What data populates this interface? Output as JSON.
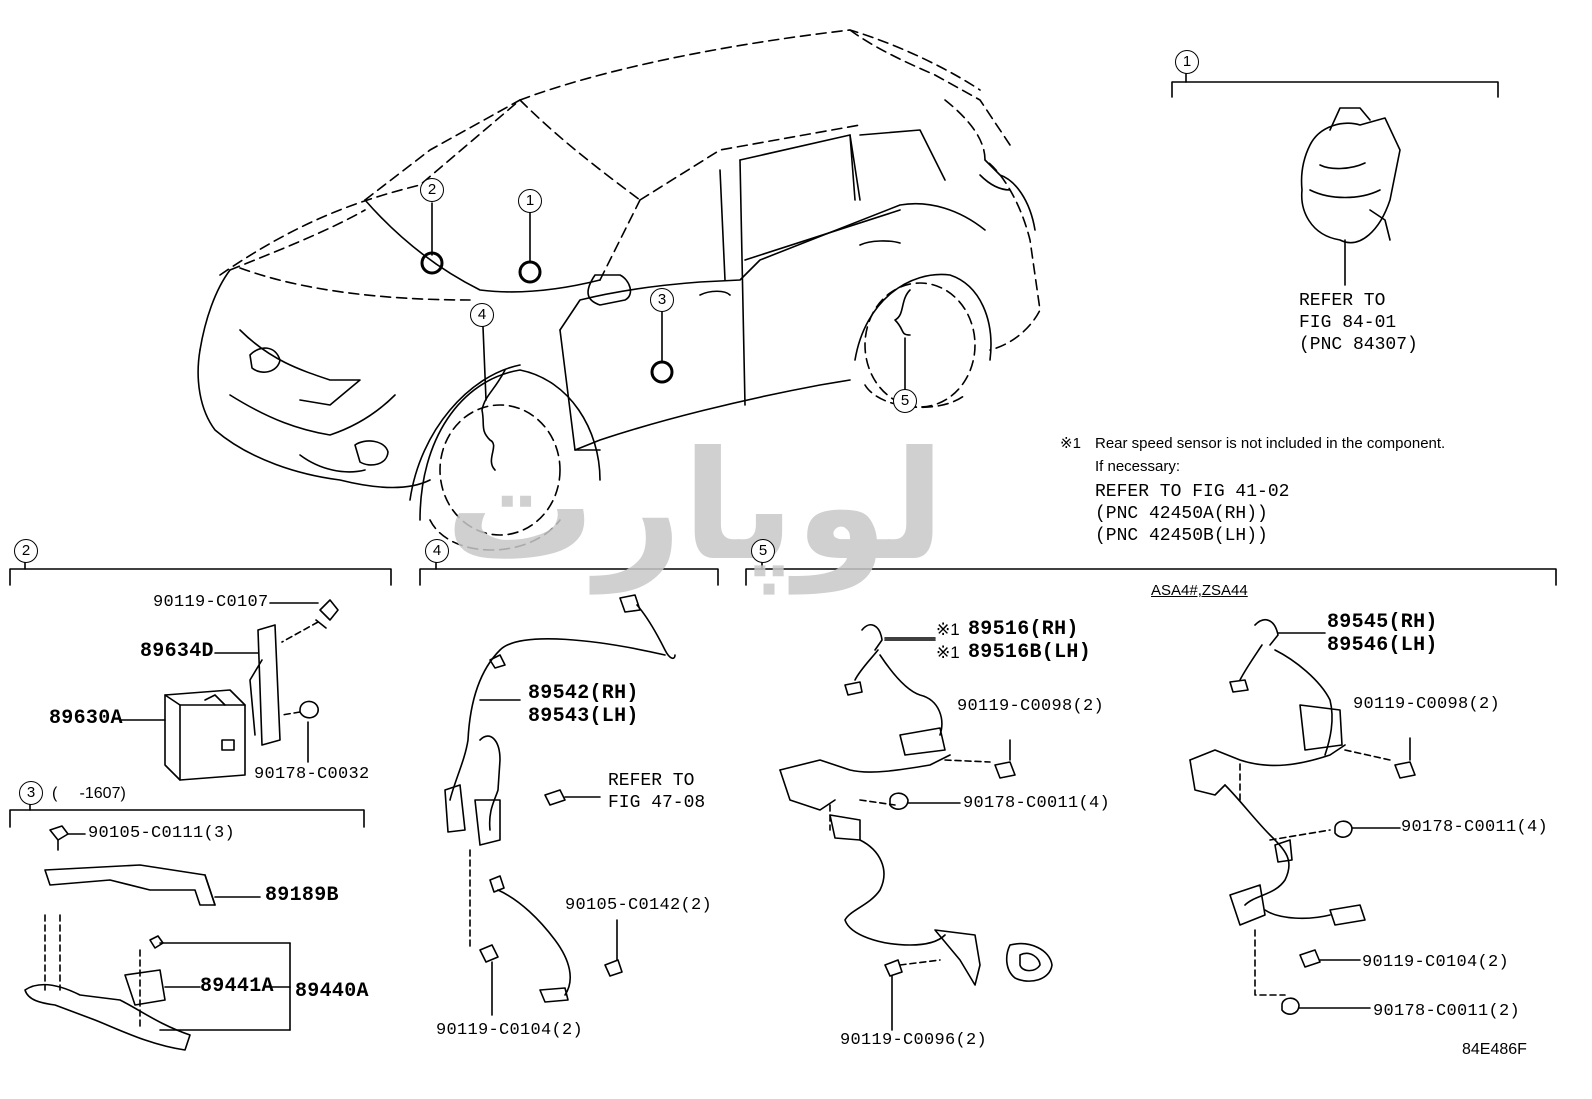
{
  "watermark": "لوپارت",
  "figure_id": "84E486F",
  "callouts": {
    "c1": "1",
    "c2": "2",
    "c3": "3",
    "c4": "4",
    "c5": "5",
    "car1": "1",
    "car2": "2",
    "car3": "3",
    "car4": "4",
    "car5": "5"
  },
  "section1": {
    "refer": "REFER TO\nFIG 84-01\n(PNC 84307)"
  },
  "note": {
    "mark": "※1",
    "line1": "Rear speed sensor is not included in the component.",
    "line2": "If necessary:",
    "refer": "REFER TO FIG 41-02\n(PNC 42450A(RH))\n(PNC 42450B(LH))"
  },
  "section2": {
    "p1": "90119-C0107",
    "p2": "89634D",
    "p3": "89630A",
    "p4": "90178-C0032"
  },
  "section3": {
    "range": "(     -1607)",
    "p1": "90105-C0111(3)",
    "p2": "89189B",
    "p3": "89441A",
    "p4": "89440A"
  },
  "section4": {
    "p1": "89542(RH)",
    "p2": "89543(LH)",
    "refer": "REFER TO\nFIG 47-08",
    "p3": "90105-C0142(2)",
    "p4": "90119-C0104(2)"
  },
  "section5": {
    "left": {
      "mark1": "※1",
      "mark2": "※1",
      "p1": "89516(RH)",
      "p2": "89516B(LH)",
      "p3": "90119-C0098(2)",
      "p4": "90178-C0011(4)",
      "p5": "90119-C0096(2)"
    },
    "right": {
      "model": "ASA4#,ZSA44",
      "p1": "89545(RH)",
      "p2": "89546(LH)",
      "p3": "90119-C0098(2)",
      "p4": "90178-C0011(4)",
      "p5": "90119-C0104(2)",
      "p6": "90178-C0011(2)"
    }
  }
}
